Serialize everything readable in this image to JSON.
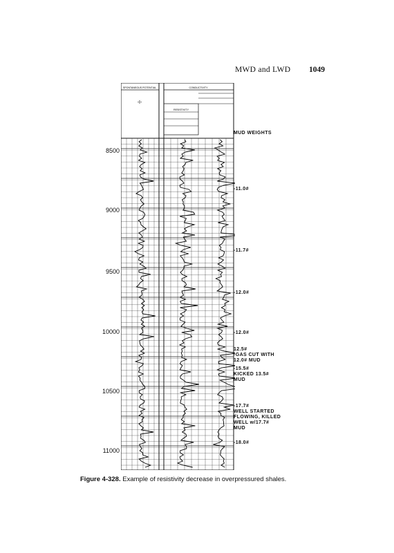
{
  "running_head": {
    "section": "MWD and LWD",
    "page": "1049"
  },
  "log": {
    "track1_header": "SPONTANEOUS POTENTIAL",
    "track2_header": "CONDUCTIVITY",
    "track2_sub": "RESISTIVITY",
    "sp_scale_mark": "-I-",
    "depths": [
      "8500",
      "9000",
      "9500",
      "10000",
      "10500",
      "11000"
    ]
  },
  "annotations": {
    "mud_weights": "MUD WEIGHTS",
    "a1": "-11.0#",
    "a2": "-11.7#",
    "a3": "-12.0#",
    "a4": "-12.0#",
    "a5": "12.5#\n-GAS CUT WITH\n12.0# MUD",
    "a6": "-15.5#\nKICKED 13.5#\nMUD",
    "a7": "-17.7#\nWELL STARTED\nFLOWING, KILLED\nWELL w/17.7#\nMUD",
    "a8": "-18.0#"
  },
  "caption": {
    "label": "Figure 4-328.",
    "text": " Example of resistivity decrease in overpressured shales."
  }
}
